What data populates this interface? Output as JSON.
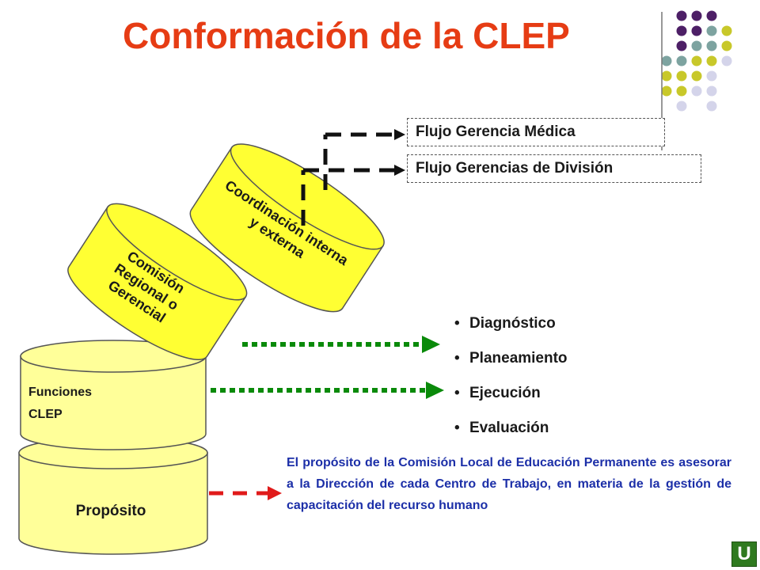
{
  "title": "Conformación de la CLEP",
  "colors": {
    "title": "#e63c14",
    "cylinder_bright": "#ffff33",
    "cylinder_pale": "#ffff99",
    "dotted_arrow": "#0a8a0a",
    "purpose_arrow": "#e01a1a",
    "purpose_text": "#1c2fa8",
    "decor_purple": "#4d1f66",
    "decor_teal": "#7da3a0",
    "decor_olive": "#c8c82a",
    "decor_lavender": "#d4d4ea"
  },
  "cylinders": {
    "coordination": [
      "Coordinación interna",
      "y externa"
    ],
    "commission": [
      "Comisión",
      "Regional o",
      "Gerencial"
    ],
    "functions": [
      "Funciones",
      "CLEP"
    ],
    "purpose": "Propósito"
  },
  "flows": {
    "medical": "Flujo Gerencia Médica",
    "division": "Flujo Gerencias de División"
  },
  "activities": [
    "Diagnóstico",
    "Planeamiento",
    "Ejecución",
    "Evaluación"
  ],
  "purpose_text": "El propósito de la Comisión Local de Educación Permanente es asesorar a la Dirección de cada Centro de Trabajo, en materia de la gestión de capacitación del recurso humano",
  "home_button": "U",
  "home_icon": "u-turn-arrow-icon"
}
